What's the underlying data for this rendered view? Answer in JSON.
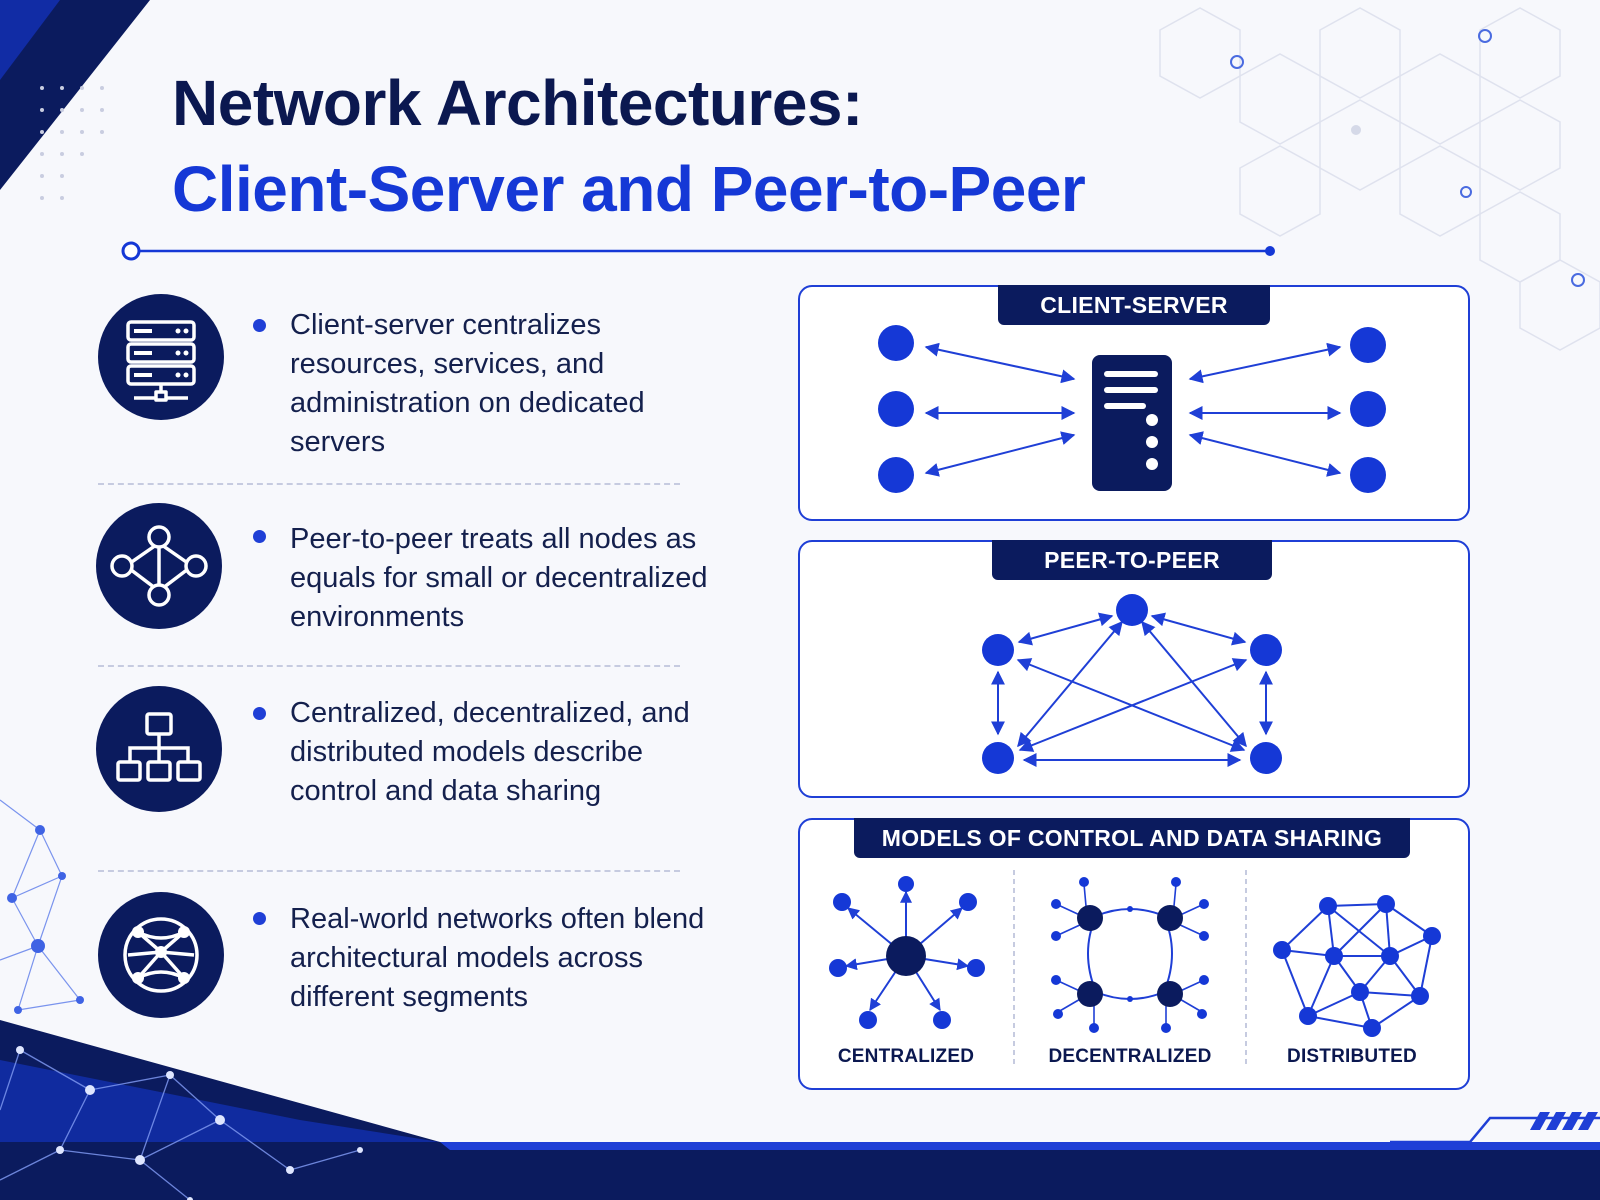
{
  "title": {
    "line1": "Network Architectures:",
    "line2": "Client-Server and Peer-to-Peer"
  },
  "colors": {
    "navy": "#0b1b5e",
    "blue": "#1538d6",
    "accent": "#1f3fd6",
    "background": "#f7f8fc"
  },
  "bullets": [
    {
      "icon": "server-rack-icon",
      "text": "Client-server centralizes resources, services, and administration on dedicated servers"
    },
    {
      "icon": "peer-network-icon",
      "text": "Peer-to-peer treats all nodes as equals for small or decentralized environments"
    },
    {
      "icon": "hierarchy-icon",
      "text": "Centralized, decentralized, and distributed models describe control and data sharing"
    },
    {
      "icon": "globe-mesh-icon",
      "text": "Real-world networks often blend architectural models across different segments"
    }
  ],
  "panels": {
    "client_server": {
      "label": "CLIENT-SERVER"
    },
    "peer_to_peer": {
      "label": "PEER-TO-PEER"
    },
    "models": {
      "label": "MODELS OF CONTROL AND DATA SHARING",
      "items": [
        "CENTRALIZED",
        "DECENTRALIZED",
        "DISTRIBUTED"
      ]
    }
  }
}
